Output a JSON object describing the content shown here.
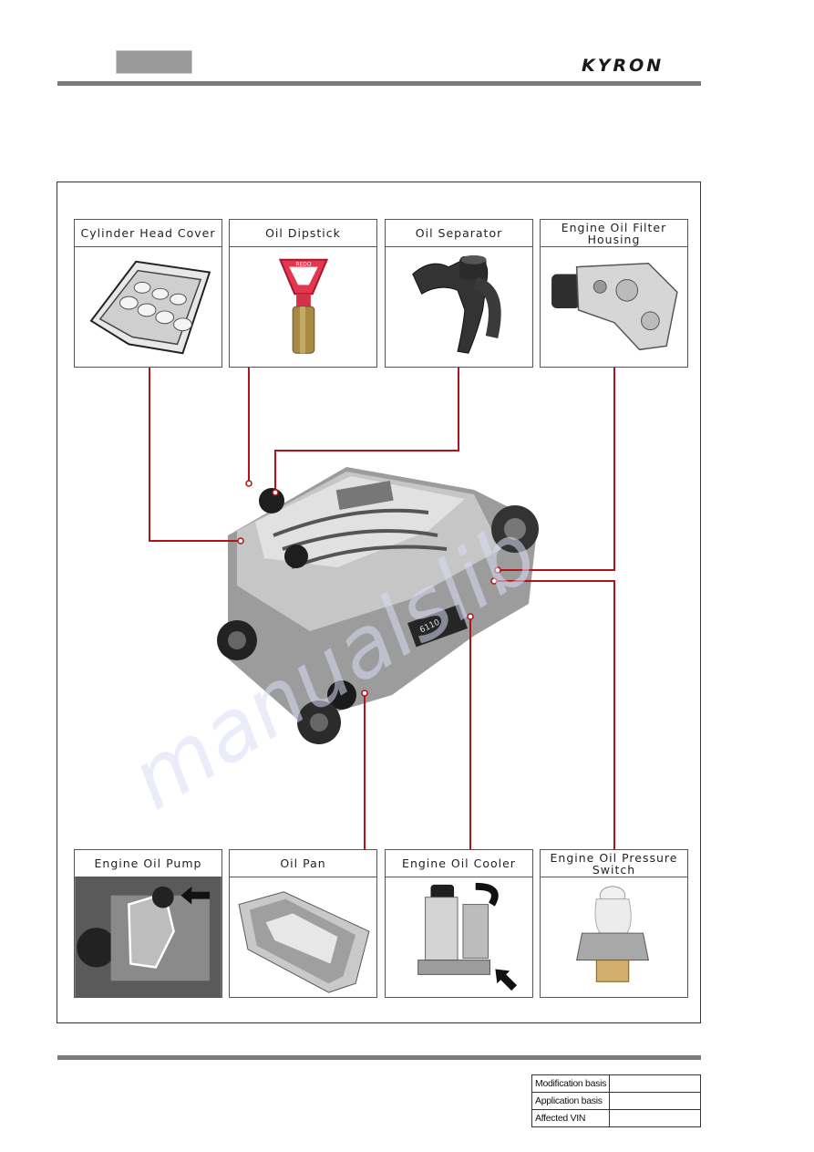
{
  "header": {
    "brand": "KYRON"
  },
  "panels_top": [
    {
      "label": "Cylinder Head Cover"
    },
    {
      "label": "Oil Dipstick"
    },
    {
      "label": "Oil Separator"
    },
    {
      "label": "Engine Oil Filter Housing"
    }
  ],
  "panels_bottom": [
    {
      "label": "Engine Oil Pump"
    },
    {
      "label": "Oil Pan"
    },
    {
      "label": "Engine Oil Cooler"
    },
    {
      "label": "Engine Oil Pressure Switch"
    }
  ],
  "dipstick_marking": "REDO",
  "cooler_marking": "6110",
  "watermark": "manualslib",
  "colors": {
    "leader_line": "#b3121b",
    "rule": "#7a7a7a",
    "tab": "#9a9a9a"
  },
  "footer": {
    "rows": [
      {
        "label": "Modification basis",
        "value": ""
      },
      {
        "label": "Application basis",
        "value": ""
      },
      {
        "label": "Affected VIN",
        "value": ""
      }
    ]
  }
}
